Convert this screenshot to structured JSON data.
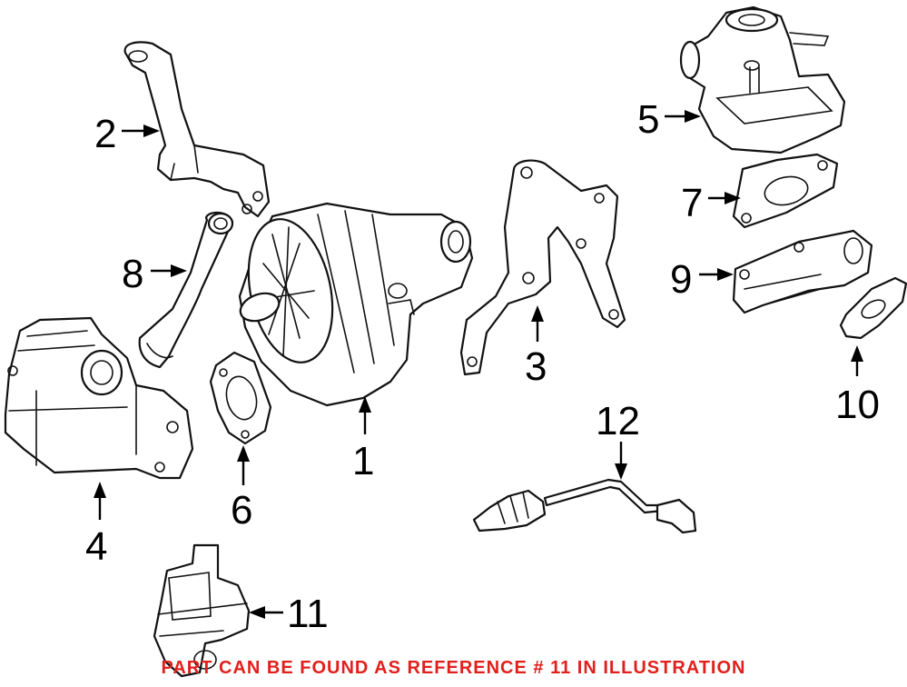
{
  "callouts": {
    "c1": "1",
    "c2": "2",
    "c3": "3",
    "c4": "4",
    "c5": "5",
    "c6": "6",
    "c7": "7",
    "c8": "8",
    "c9": "9",
    "c10": "10",
    "c11": "11",
    "c12": "12"
  },
  "footer": {
    "note": "PART CAN BE FOUND AS REFERENCE # 11 IN ILLUSTRATION",
    "color": "#e0201c"
  },
  "colors": {
    "line": "#111111",
    "background": "#ffffff"
  }
}
